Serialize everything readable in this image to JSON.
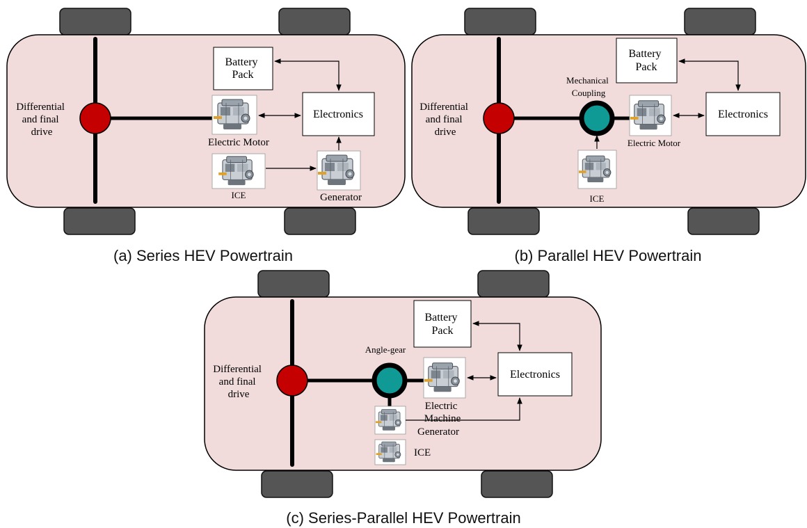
{
  "panels": {
    "series": {
      "caption": "(a) Series HEV Powertrain",
      "diff_label": [
        "Differential",
        "and final",
        "drive"
      ],
      "battery": [
        "Battery",
        "Pack"
      ],
      "electronics": "Electronics",
      "motor": "Electric Motor",
      "ice": "ICE",
      "generator": "Generator"
    },
    "parallel": {
      "caption": "(b) Parallel HEV Powertrain",
      "diff_label": [
        "Differential",
        "and final",
        "drive"
      ],
      "battery": [
        "Battery",
        "Pack"
      ],
      "electronics": "Electronics",
      "coupling": [
        "Mechanical",
        "Coupling"
      ],
      "motor": "Electric Motor",
      "ice": "ICE"
    },
    "series_parallel": {
      "caption": "(c) Series-Parallel HEV Powertrain",
      "diff_label": [
        "Differential",
        "and final",
        "drive"
      ],
      "battery": [
        "Battery",
        "Pack"
      ],
      "electronics": "Electronics",
      "angle_gear": "Angle-gear",
      "machine": [
        "Electric",
        "Machine"
      ],
      "generator": "Generator",
      "ice": "ICE"
    }
  },
  "colors": {
    "car_body": "#f1dcdb",
    "wheel": "#555555",
    "differential": "#c40000",
    "coupling": "#109a96"
  },
  "icons": {
    "engine": "engine-icon"
  }
}
